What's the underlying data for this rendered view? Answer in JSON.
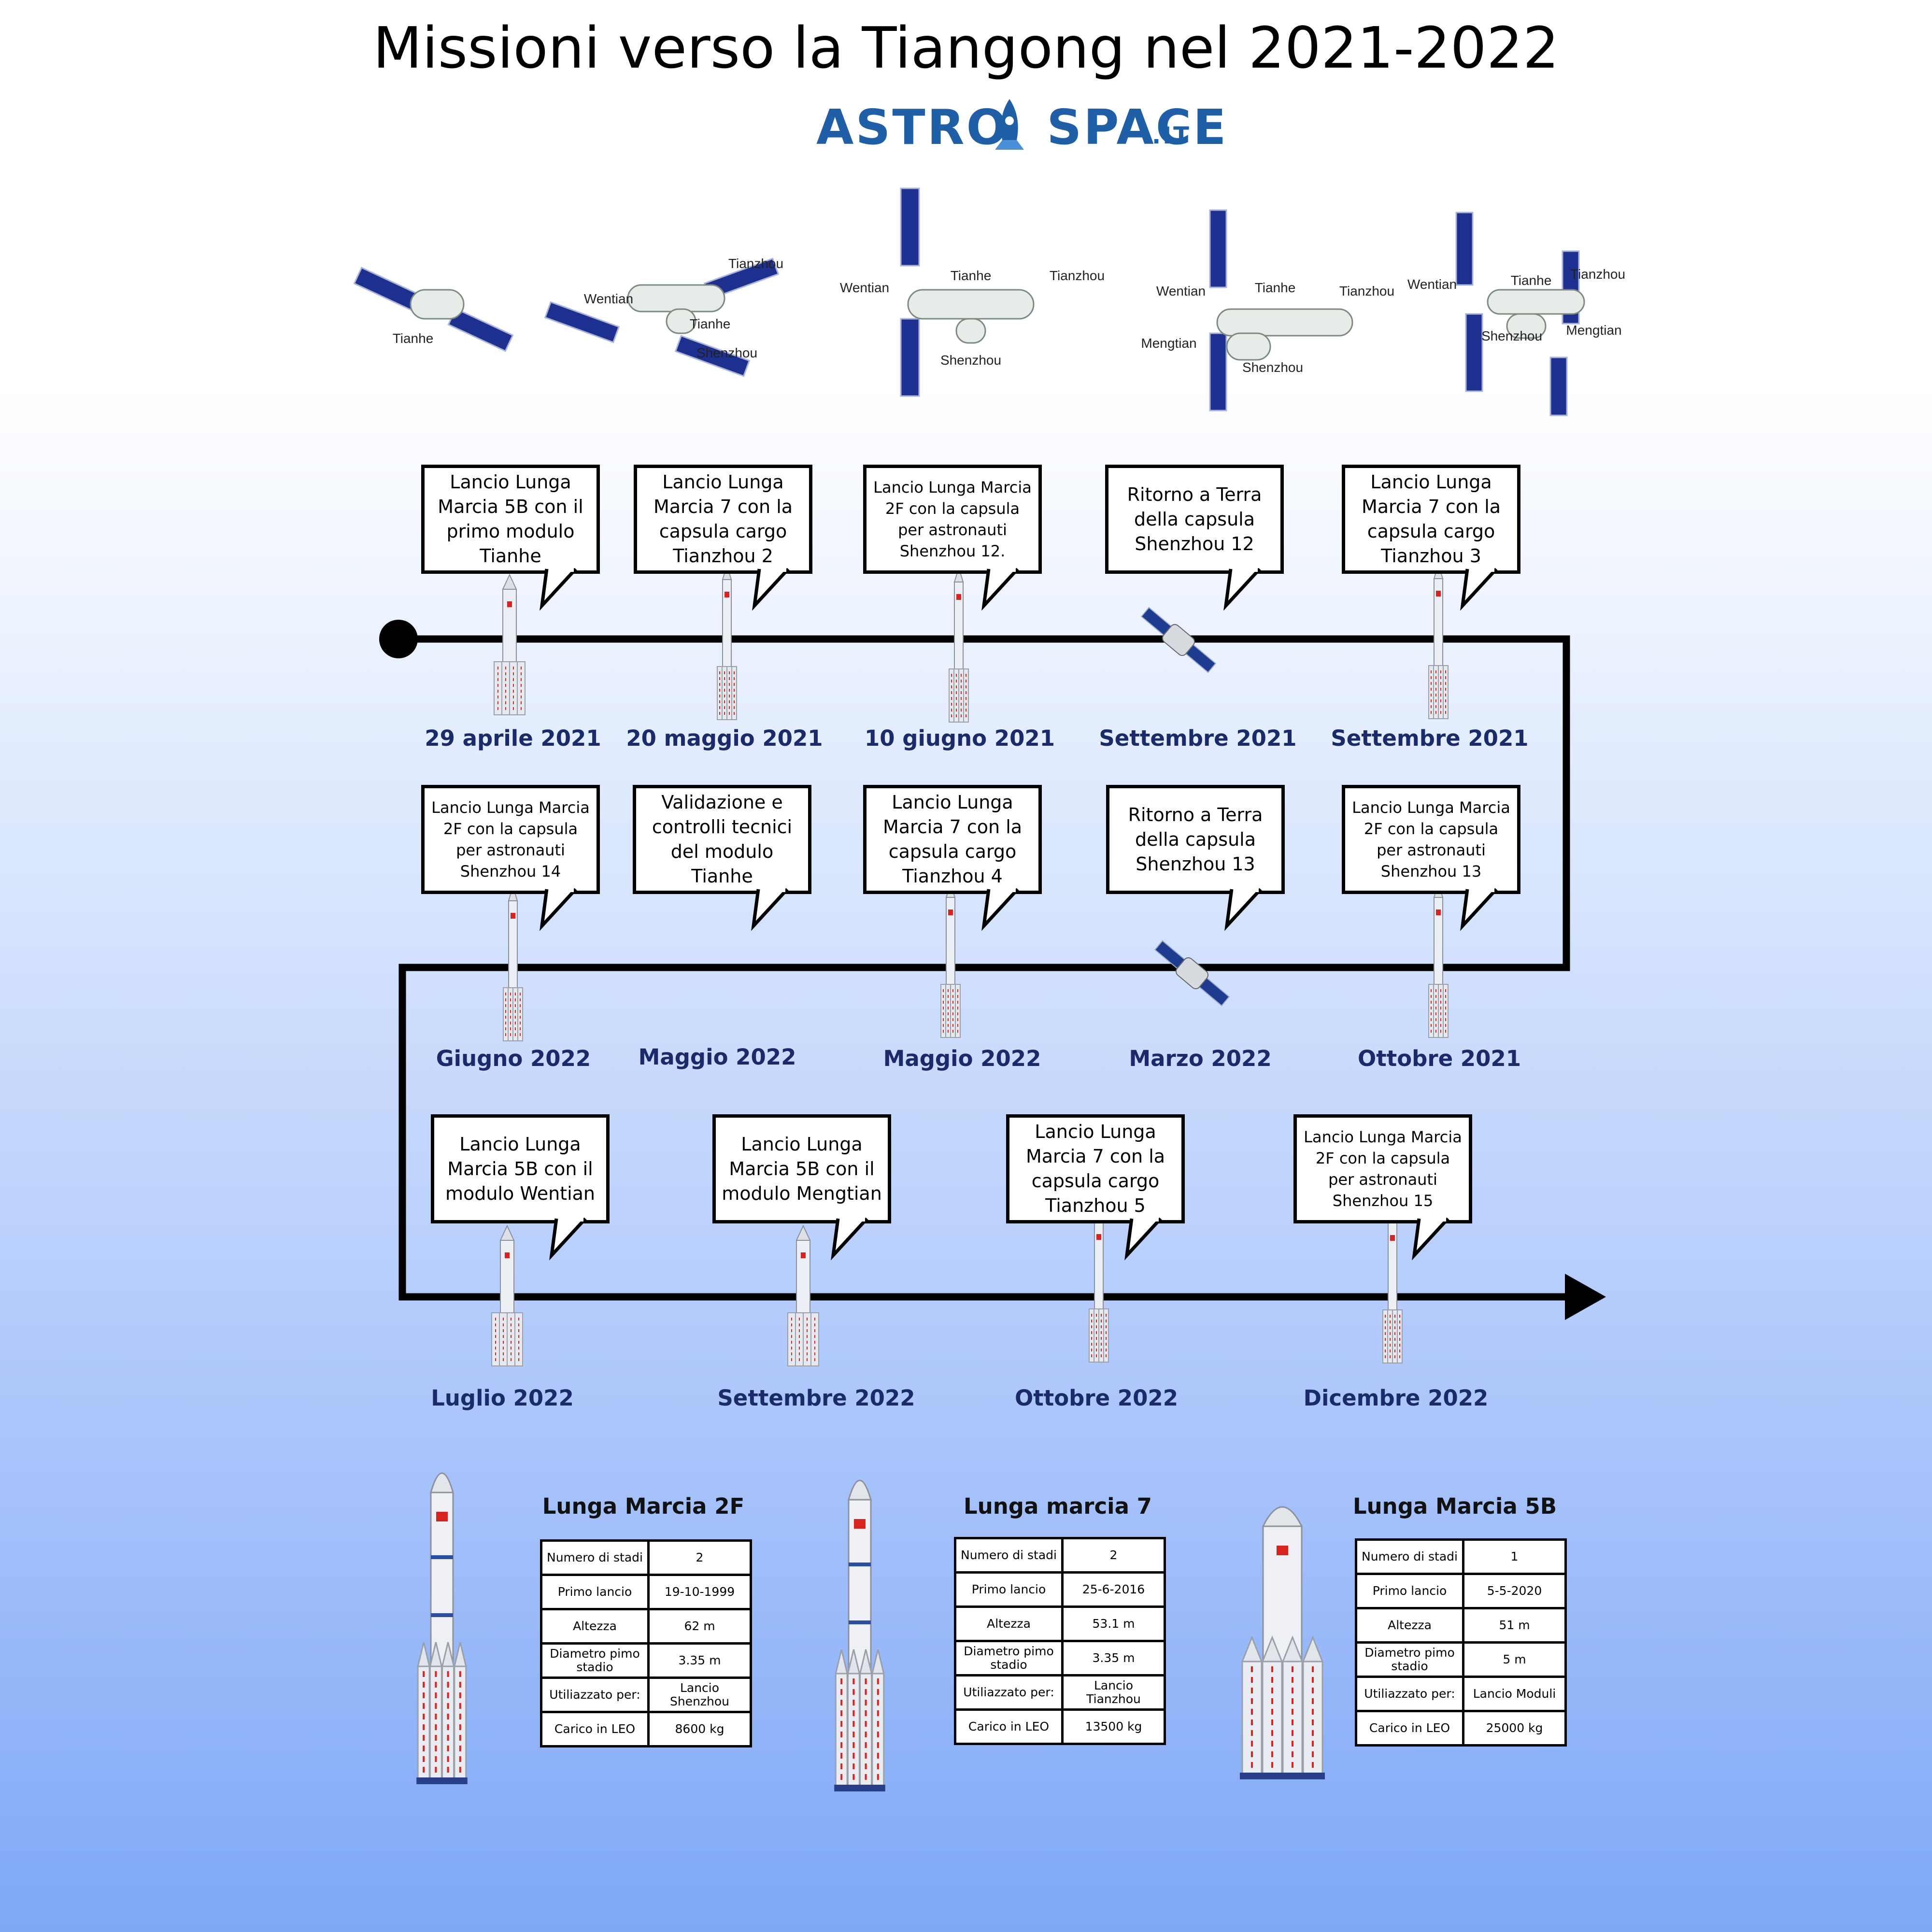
{
  "title": "Missioni verso la Tiangong nel 2021-2022",
  "logo": {
    "main": "ASTRO SPACE",
    "tld": ".IT"
  },
  "stations": [
    {
      "modules": [
        {
          "label": "Tianhe"
        }
      ]
    },
    {
      "modules": [
        {
          "label": "Tianzhou"
        },
        {
          "label": "Wentian"
        },
        {
          "label": "Tianhe"
        },
        {
          "label": "Shenzhou"
        }
      ]
    },
    {
      "modules": [
        {
          "label": "Wentian"
        },
        {
          "label": "Tianhe"
        },
        {
          "label": "Tianzhou"
        },
        {
          "label": "Shenzhou"
        }
      ]
    },
    {
      "modules": [
        {
          "label": "Wentian"
        },
        {
          "label": "Tianhe"
        },
        {
          "label": "Tianzhou"
        },
        {
          "label": "Mengtian"
        },
        {
          "label": "Shenzhou"
        }
      ]
    },
    {
      "modules": [
        {
          "label": "Wentian"
        },
        {
          "label": "Tianhe"
        },
        {
          "label": "Tianzhou"
        },
        {
          "label": "Shenzhou"
        },
        {
          "label": "Mengtian"
        }
      ]
    }
  ],
  "events": [
    {
      "text": "Lancio Lunga Marcia 5B con il primo modulo Tianhe",
      "date": "29 aprile 2021",
      "icon": "rocket-5b-icon"
    },
    {
      "text": "Lancio Lunga Marcia 7 con la capsula cargo Tianzhou 2",
      "date": "20 maggio 2021",
      "icon": "rocket-7-icon"
    },
    {
      "text": "Lancio Lunga Marcia 2F con la capsula per astronauti Shenzhou 12.",
      "date": "10 giugno 2021",
      "icon": "rocket-2f-icon"
    },
    {
      "text": "Ritorno a Terra della capsula Shenzhou 12",
      "date": "Settembre 2021",
      "icon": "capsule-icon"
    },
    {
      "text": "Lancio Lunga Marcia 7 con la capsula cargo Tianzhou 3",
      "date": "Settembre 2021",
      "icon": "rocket-7-icon"
    },
    {
      "text": "Lancio Lunga Marcia 2F con la capsula per astronauti Shenzhou 13",
      "date": "Ottobre 2021",
      "icon": "rocket-2f-icon"
    },
    {
      "text": "Ritorno a Terra della capsula Shenzhou 13",
      "date": "Marzo 2022",
      "icon": "capsule-icon"
    },
    {
      "text": "Lancio Lunga Marcia 7 con la capsula cargo Tianzhou 4",
      "date": "Maggio 2022",
      "icon": "rocket-7-icon"
    },
    {
      "text": "Validazione e controlli tecnici del modulo Tianhe",
      "date": "Maggio 2022",
      "icon": ""
    },
    {
      "text": "Lancio Lunga Marcia 2F con la capsula per astronauti Shenzhou 14",
      "date": "Giugno 2022",
      "icon": "rocket-2f-icon"
    },
    {
      "text": "Lancio Lunga Marcia 5B con il modulo Wentian",
      "date": "Luglio 2022",
      "icon": "rocket-5b-icon"
    },
    {
      "text": "Lancio Lunga Marcia 5B con il modulo Mengtian",
      "date": "Settembre 2022",
      "icon": "rocket-5b-icon"
    },
    {
      "text": "Lancio Lunga Marcia 7 con la capsula cargo Tianzhou 5",
      "date": "Ottobre 2022",
      "icon": "rocket-7-icon"
    },
    {
      "text": "Lancio Lunga Marcia 2F con la capsula per astronauti Shenzhou 15",
      "date": "Dicembre 2022",
      "icon": "rocket-2f-icon"
    }
  ],
  "rockets": [
    {
      "name": "Lunga Marcia 2F",
      "specs": [
        {
          "label": "Numero di stadi",
          "value": "2"
        },
        {
          "label": "Primo lancio",
          "value": "19-10-1999"
        },
        {
          "label": "Altezza",
          "value": "62 m"
        },
        {
          "label": "Diametro pimo stadio",
          "value": "3.35 m"
        },
        {
          "label": "Utiliazzato per:",
          "value": "Lancio Shenzhou"
        },
        {
          "label": "Carico in LEO",
          "value": "8600 kg"
        }
      ]
    },
    {
      "name": "Lunga marcia 7",
      "specs": [
        {
          "label": "Numero di stadi",
          "value": "2"
        },
        {
          "label": "Primo lancio",
          "value": "25-6-2016"
        },
        {
          "label": "Altezza",
          "value": "53.1 m"
        },
        {
          "label": "Diametro pimo stadio",
          "value": "3.35 m"
        },
        {
          "label": "Utiliazzato per:",
          "value": "Lancio Tianzhou"
        },
        {
          "label": "Carico in LEO",
          "value": "13500 kg"
        }
      ]
    },
    {
      "name": "Lunga Marcia 5B",
      "specs": [
        {
          "label": "Numero di stadi",
          "value": "1"
        },
        {
          "label": "Primo lancio",
          "value": "5-5-2020"
        },
        {
          "label": "Altezza",
          "value": "51 m"
        },
        {
          "label": "Diametro pimo stadio",
          "value": "5 m"
        },
        {
          "label": "Utiliazzato per:",
          "value": "Lancio Moduli"
        },
        {
          "label": "Carico in LEO",
          "value": "25000 kg"
        }
      ]
    }
  ]
}
